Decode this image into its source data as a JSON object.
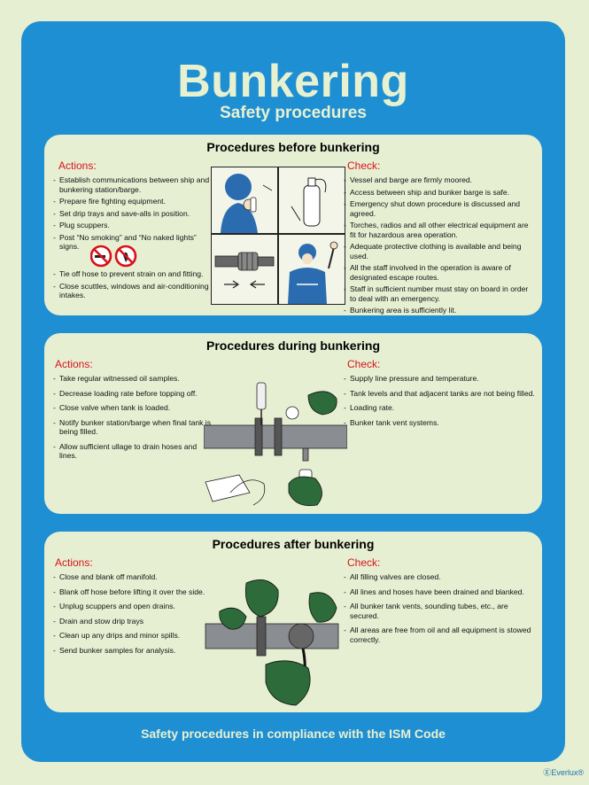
{
  "title": "Bunkering",
  "subtitle": "Safety procedures",
  "footer": "Safety procedures in compliance with the ISM Code",
  "brand": "Everlux",
  "colors": {
    "poster_blue": "#1f8fd4",
    "panel": "#e7efd3",
    "heading_red": "#d8121a",
    "title_cream": "#e8f1cf"
  },
  "sections": [
    {
      "title": "Procedures before bunkering",
      "actions_label": "Actions:",
      "check_label": "Check:",
      "actions": [
        "Establish communications between ship and bunkering station/barge.",
        "Prepare fire fighting equipment.",
        "Set drip trays and save-alls in position.",
        "Plug scuppers.",
        "Post “No smoking” and “No naked lights” signs.",
        "Tie off hose to prevent strain on and fitting.",
        "Close scuttles, windows and air-conditioning intakes."
      ],
      "checks": [
        "Vessel and barge are firmly moored.",
        "Access between ship and bunker barge is safe.",
        "Emergency shut down procedure is discussed and agreed.",
        "Torches, radios and all other electrical equipment are fit for hazardous area operation.",
        "Adequate protective clothing is available and being used.",
        "All the staff involved in the operation is aware of designated escape routes.",
        "Staff in sufficient number must stay on board in order to deal with an emergency.",
        "Bunkering area is sufficiently lit."
      ]
    },
    {
      "title": "Procedures during bunkering",
      "actions_label": "Actions:",
      "check_label": "Check:",
      "actions": [
        "Take regular witnessed oil samples.",
        "Decrease loading rate before topping off.",
        "Close valve when tank is loaded.",
        "Notify bunker station/barge when final tank is being filled.",
        "Allow sufficient ullage to drain hoses and lines."
      ],
      "checks": [
        "Supply line pressure and temperature.",
        "Tank levels and that adjacent tanks are not being filled.",
        "Loading rate.",
        "Bunker tank vent systems."
      ]
    },
    {
      "title": "Procedures after bunkering",
      "actions_label": "Actions:",
      "check_label": "Check:",
      "actions": [
        "Close and blank off manifold.",
        "Blank off hose before lifting it over the side.",
        "Unplug scuppers and open drains.",
        "Drain and stow drip trays",
        "Clean up any drips and minor spills.",
        "Send bunker samples for analysis."
      ],
      "checks": [
        "All filling valves are closed.",
        "All lines and hoses have been drained and blanked.",
        "All bunker tank vents, sounding tubes, etc., are secured.",
        "All areas are free from oil and all equipment is stowed correctly."
      ]
    }
  ],
  "icons": [
    "no-smoking-icon",
    "no-naked-lights-icon",
    "telephone-worker-illustration",
    "fire-extinguisher-illustration",
    "hose-coupling-illustration",
    "worker-signal-illustration",
    "pipeline-sampling-illustration",
    "flange-blanking-illustration"
  ]
}
